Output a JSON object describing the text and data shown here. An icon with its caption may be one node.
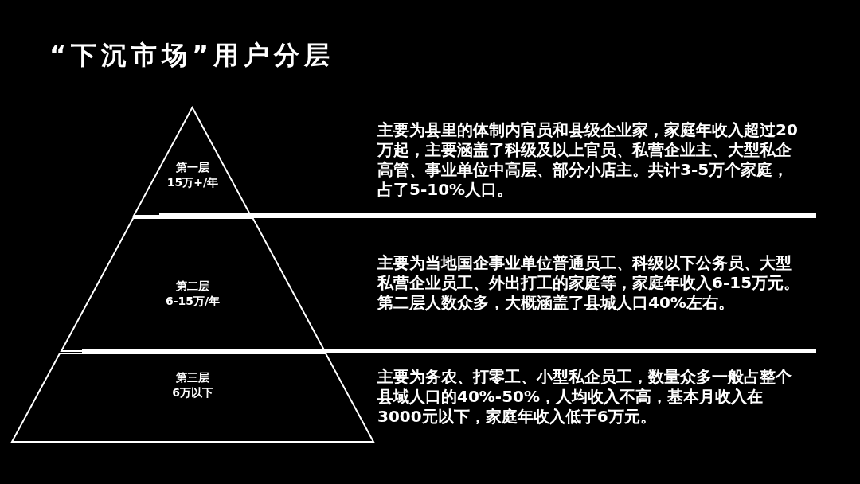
{
  "diagram": {
    "title": "“下沉市场”用户分层",
    "nodes": [
      {
        "text": [
          "第一层",
          "15万+/年"
        ]
      },
      {
        "text": [
          "第二层",
          "6-15万/年"
        ]
      },
      {
        "text": [
          "第三层",
          "6万以下"
        ]
      }
    ],
    "edges": [],
    "labels": [
      "主要为县里的体制内官员和县级企业家，家庭年收入超过20万起，主要涵盖了科级及以上官员、私营企业主、大型私企高管、事业单位中高层、部分小店主。共计3-5万个家庭，占了5-10%人口。",
      "主要为当地国企事业单位普通员工、科级以下公务员、大型私营企业员工、外出打工的家庭等，家庭年收入6-15万元。第二层人数众多，大概涵盖了县城人口40%左右。",
      "主要为务农、打零工、小型私企员工，数量众多一般占整个县域人口的40%-50%，人均收入不高，基本月收入在3000元以下，家庭年收入低于6万元。"
    ]
  }
}
